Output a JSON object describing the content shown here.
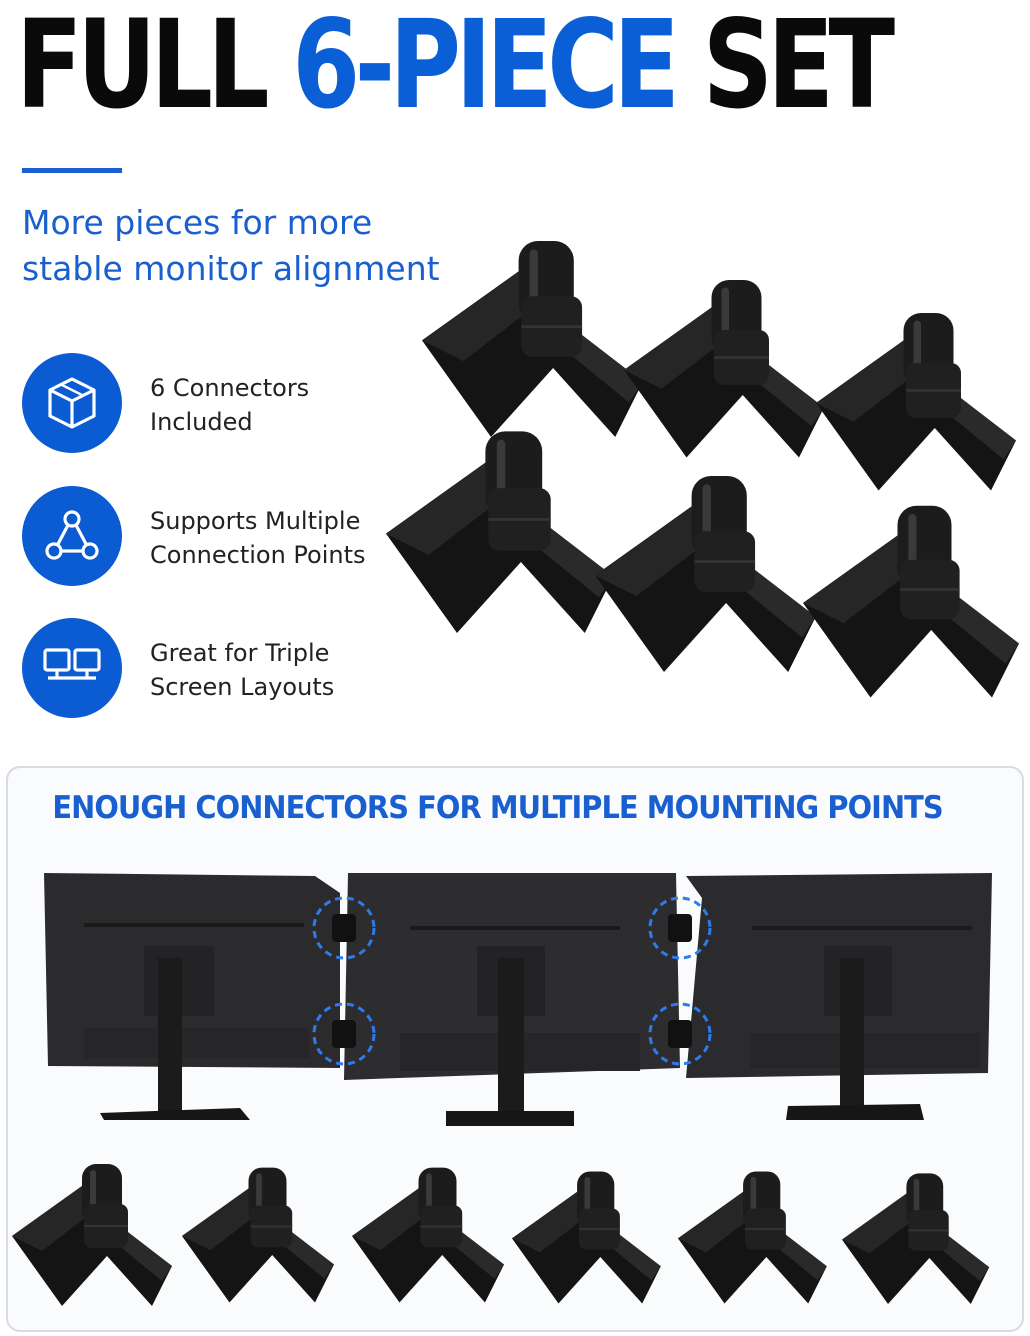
{
  "headline": {
    "part1": "FULL",
    "part2": "6-PIECE",
    "part3": "SET"
  },
  "subtitle": {
    "line1": "More pieces for more",
    "line2": "stable monitor alignment"
  },
  "features": [
    {
      "icon": "box-icon",
      "line1": "6 Connectors",
      "line2": "Included"
    },
    {
      "icon": "network-icon",
      "line1": "Supports Multiple",
      "line2": "Connection Points"
    },
    {
      "icon": "dual-monitor-icon",
      "line1": "Great for Triple",
      "line2": "Screen Layouts"
    }
  ],
  "panel": {
    "title": "ENOUGH CONNECTORS FOR MULTIPLE MOUNTING POINTS"
  },
  "colors": {
    "accent": "#0b5bd3",
    "text": "#111111",
    "product": "#151515"
  }
}
